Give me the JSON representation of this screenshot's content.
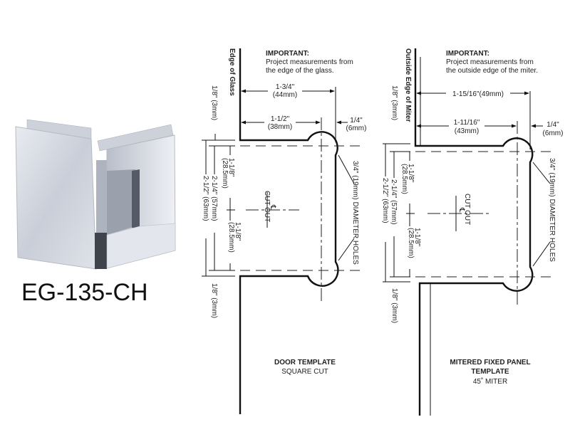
{
  "product": {
    "model": "EG-135-CH"
  },
  "door_template": {
    "edge_label": "Edge of Glass",
    "important_title": "IMPORTANT:",
    "important_line1": "Project measurements from",
    "important_line2": "the edge of the glass.",
    "dim_overall_in": "1-3/4\"",
    "dim_overall_mm": "(44mm)",
    "dim_center_in": "1-1/2\"",
    "dim_center_mm": "(38mm)",
    "dim_offset_in": "1/4\"",
    "dim_offset_mm": "(6mm)",
    "dim_top_gap": "1/8\" (3mm)",
    "dim_bottom_gap": "1/8\" (3mm)",
    "dim_half_in": "1-1/8\"",
    "dim_half_mm": "(28.5mm)",
    "dim_holes": "2-1/4\" (57mm)",
    "dim_total": "2-1/2\" (63mm)",
    "cutout": "CUT OUT",
    "centerline": "℄",
    "holes_note": "3/4\" (19mm) DIAMETER HOLES",
    "title": "DOOR TEMPLATE",
    "subtitle": "SQUARE CUT"
  },
  "mitered_template": {
    "edge_label": "Outside Edge of Miter",
    "important_title": "IMPORTANT:",
    "important_line1": "Project measurements from",
    "important_line2": "the outside edge of the miter.",
    "dim_overall": "1-15/16\"(49mm)",
    "dim_center_in": "1-11/16\"",
    "dim_center_mm": "(43mm)",
    "dim_offset_in": "1/4\"",
    "dim_offset_mm": "(6mm)",
    "dim_top_gap": "1/8\" (3mm)",
    "dim_bottom_gap": "1/8\" (3mm)",
    "dim_half_in": "1-1/8\"",
    "dim_half_mm": "(28.5mm)",
    "dim_holes": "2-1/4\" (57mm)",
    "dim_total": "2-1/2\" (63mm)",
    "cutout": "CUT OUT",
    "centerline": "℄",
    "holes_note": "3/4\" (19mm) DIAMETER HOLES",
    "title_line1": "MITERED FIXED PANEL",
    "title_line2": "TEMPLATE",
    "subtitle": "45˚ MITER"
  }
}
